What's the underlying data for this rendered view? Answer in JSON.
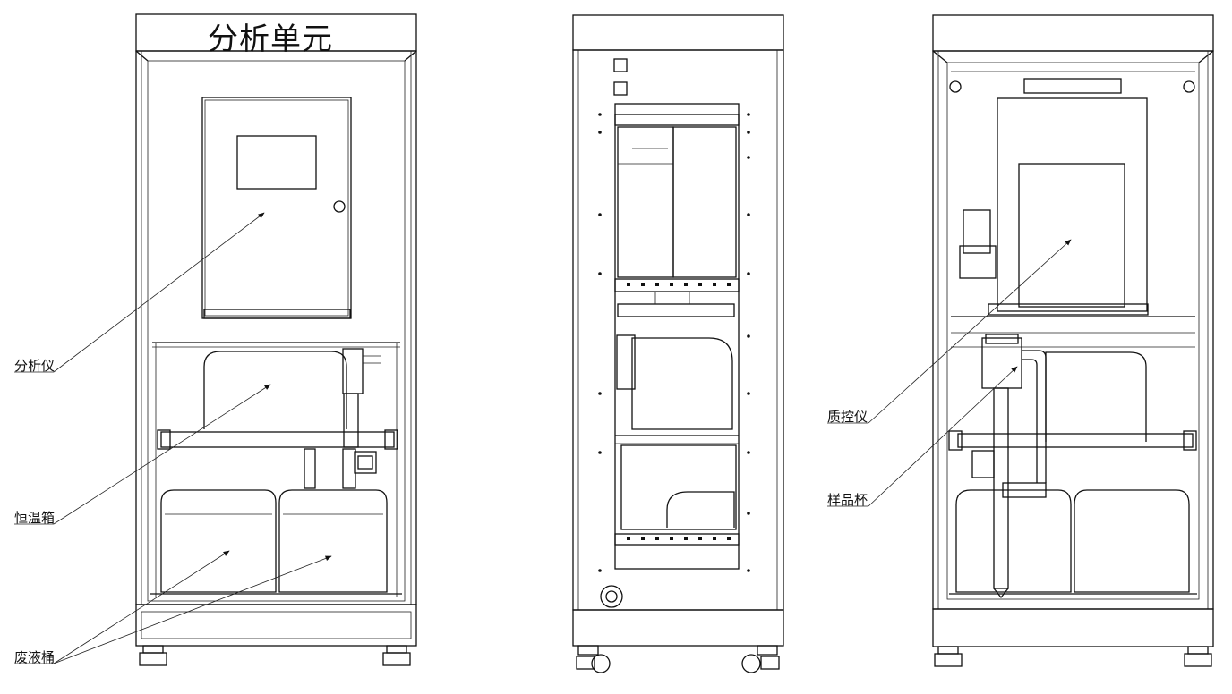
{
  "title": "分析单元",
  "labels": {
    "analyzer": "分析仪",
    "thermostat_box": "恒温箱",
    "waste_bucket": "废液桶",
    "qc_instrument": "质控仪",
    "sample_cup": "样品杯"
  }
}
